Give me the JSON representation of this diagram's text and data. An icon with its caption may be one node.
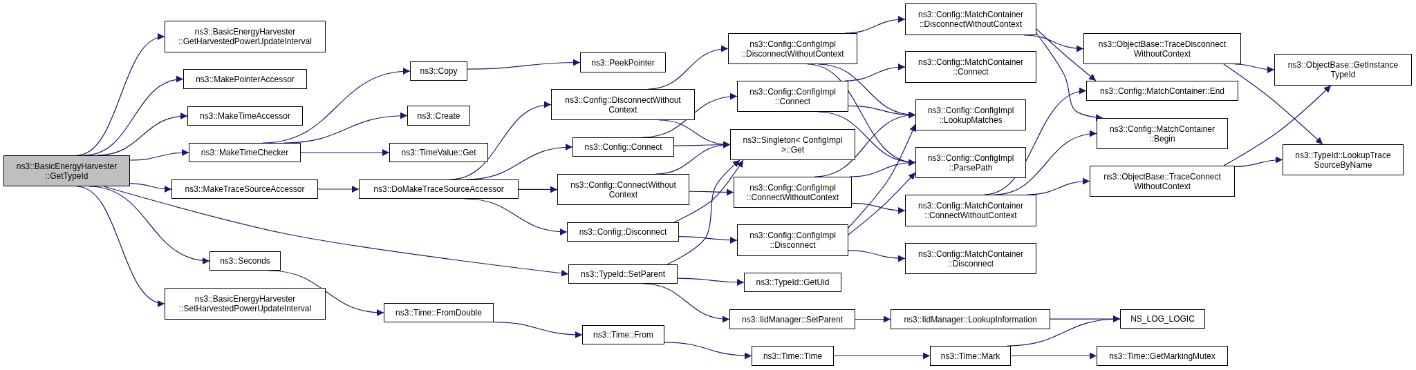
{
  "diagram": {
    "nodes": [
      {
        "text": [
          "ns3::BasicEnergyHarvester ::GetTypeId"
        ]
      },
      {
        "text": [
          "ns3::BasicEnergyHarvester ::GetHarvestedPowerUpdateInterval"
        ]
      },
      {
        "text": [
          "ns3::MakePointerAccessor"
        ]
      },
      {
        "text": [
          "ns3::MakeTimeAccessor"
        ]
      },
      {
        "text": [
          "ns3::MakeTimeChecker"
        ]
      },
      {
        "text": [
          "ns3::MakeTraceSourceAccessor"
        ]
      },
      {
        "text": [
          "ns3::Seconds"
        ]
      },
      {
        "text": [
          "ns3::BasicEnergyHarvester ::SetHarvestedPowerUpdateInterval"
        ]
      },
      {
        "text": [
          "ns3::Copy"
        ]
      },
      {
        "text": [
          "ns3::Create"
        ]
      },
      {
        "text": [
          "ns3::TimeValue::Get"
        ]
      },
      {
        "text": [
          "ns3::DoMakeTraceSourceAccessor"
        ]
      },
      {
        "text": [
          "ns3::Time::FromDouble"
        ]
      },
      {
        "text": [
          "ns3::PeekPointer"
        ]
      },
      {
        "text": [
          "ns3::Config::DisconnectWithout Context"
        ]
      },
      {
        "text": [
          "ns3::Config::Connect"
        ]
      },
      {
        "text": [
          "ns3::Config::ConnectWithout Context"
        ]
      },
      {
        "text": [
          "ns3::Config::Disconnect"
        ]
      },
      {
        "text": [
          "ns3::TypeId::SetParent"
        ]
      },
      {
        "text": [
          "ns3::Time::From"
        ]
      },
      {
        "text": [
          "ns3::Config::ConfigImpl ::DisconnectWithoutContext"
        ]
      },
      {
        "text": [
          "ns3::Config::ConfigImpl ::Connect"
        ]
      },
      {
        "text": [
          "ns3::Singleton< ConfigImpl >::Get"
        ]
      },
      {
        "text": [
          "ns3::Config::ConfigImpl ::ConnectWithoutContext"
        ]
      },
      {
        "text": [
          "ns3::Config::ConfigImpl ::Disconnect"
        ]
      },
      {
        "text": [
          "ns3::TypeId::GetUid"
        ]
      },
      {
        "text": [
          "ns3::IidManager::SetParent"
        ]
      },
      {
        "text": [
          "ns3::Time::Time"
        ]
      },
      {
        "text": [
          "ns3::Config::MatchContainer ::DisconnectWithoutContext"
        ]
      },
      {
        "text": [
          "ns3::Config::MatchContainer ::Connect"
        ]
      },
      {
        "text": [
          "ns3::Config::ConfigImpl ::LookupMatches"
        ]
      },
      {
        "text": [
          "ns3::Config::ConfigImpl ::ParsePath"
        ]
      },
      {
        "text": [
          "ns3::Config::MatchContainer ::ConnectWithoutContext"
        ]
      },
      {
        "text": [
          "ns3::Config::MatchContainer ::Disconnect"
        ]
      },
      {
        "text": [
          "ns3::IidManager::LookupInformation"
        ]
      },
      {
        "text": [
          "ns3::Time::Mark"
        ]
      },
      {
        "text": [
          "ns3::ObjectBase::TraceDisconnect WithoutContext"
        ]
      },
      {
        "text": [
          "ns3::Config::MatchContainer::End"
        ]
      },
      {
        "text": [
          "ns3::Config::MatchContainer ::Begin"
        ]
      },
      {
        "text": [
          "ns3::ObjectBase::TraceConnect WithoutContext"
        ]
      },
      {
        "text": [
          "NS_LOG_LOGIC"
        ]
      },
      {
        "text": [
          "ns3::Time::GetMarkingMutex"
        ]
      },
      {
        "text": [
          "ns3::ObjectBase::GetInstance TypeId"
        ]
      },
      {
        "text": [
          "ns3::TypeId::LookupTrace SourceByName"
        ]
      }
    ],
    "edges": [
      {
        "from": 0,
        "to": 1,
        "arrow": "to"
      },
      {
        "from": 0,
        "to": 2,
        "arrow": "to"
      },
      {
        "from": 0,
        "to": 3,
        "arrow": "to"
      },
      {
        "from": 0,
        "to": 4,
        "arrow": "to"
      },
      {
        "from": 0,
        "to": 5,
        "arrow": "to"
      },
      {
        "from": 0,
        "to": 6,
        "arrow": "to"
      },
      {
        "from": 0,
        "to": 7,
        "arrow": "to"
      },
      {
        "from": 0,
        "to": 18,
        "arrow": "to"
      },
      {
        "from": 4,
        "to": 8,
        "arrow": "to"
      },
      {
        "from": 4,
        "to": 9,
        "arrow": "to"
      },
      {
        "from": 4,
        "to": 10,
        "arrow": "to"
      },
      {
        "from": 8,
        "to": 13,
        "arrow": "to"
      },
      {
        "from": 5,
        "to": 11,
        "arrow": "to"
      },
      {
        "from": 11,
        "to": 14,
        "arrow": "to"
      },
      {
        "from": 11,
        "to": 15,
        "arrow": "to"
      },
      {
        "from": 11,
        "to": 16,
        "arrow": "to"
      },
      {
        "from": 11,
        "to": 17,
        "arrow": "to"
      },
      {
        "from": 6,
        "to": 12,
        "arrow": "to"
      },
      {
        "from": 12,
        "to": 19,
        "arrow": "to"
      },
      {
        "from": 19,
        "to": 27,
        "arrow": "to"
      },
      {
        "from": 27,
        "to": 35,
        "arrow": "to"
      },
      {
        "from": 35,
        "to": 40,
        "arrow": "to"
      },
      {
        "from": 35,
        "to": 41,
        "arrow": "to"
      },
      {
        "from": 18,
        "to": 22,
        "arrow": "to"
      },
      {
        "from": 18,
        "to": 25,
        "arrow": "to"
      },
      {
        "from": 18,
        "to": 26,
        "arrow": "to"
      },
      {
        "from": 26,
        "to": 34,
        "arrow": "to"
      },
      {
        "from": 34,
        "to": 40,
        "arrow": "to"
      },
      {
        "from": 14,
        "to": 20,
        "arrow": "to"
      },
      {
        "from": 14,
        "to": 22,
        "arrow": "to"
      },
      {
        "from": 15,
        "to": 21,
        "arrow": "to"
      },
      {
        "from": 15,
        "to": 22,
        "arrow": "to"
      },
      {
        "from": 16,
        "to": 22,
        "arrow": "to"
      },
      {
        "from": 16,
        "to": 23,
        "arrow": "to"
      },
      {
        "from": 17,
        "to": 22,
        "arrow": "to"
      },
      {
        "from": 17,
        "to": 24,
        "arrow": "to"
      },
      {
        "from": 20,
        "to": 28,
        "arrow": "to"
      },
      {
        "from": 20,
        "to": 30,
        "arrow": "to"
      },
      {
        "from": 20,
        "to": 31,
        "arrow": "to"
      },
      {
        "from": 21,
        "to": 29,
        "arrow": "to"
      },
      {
        "from": 21,
        "to": 30,
        "arrow": "to"
      },
      {
        "from": 21,
        "to": 31,
        "arrow": "to"
      },
      {
        "from": 23,
        "to": 30,
        "arrow": "to"
      },
      {
        "from": 23,
        "to": 31,
        "arrow": "to"
      },
      {
        "from": 23,
        "to": 32,
        "arrow": "to"
      },
      {
        "from": 24,
        "to": 30,
        "arrow": "to"
      },
      {
        "from": 24,
        "to": 31,
        "arrow": "to"
      },
      {
        "from": 24,
        "to": 33,
        "arrow": "to"
      },
      {
        "from": 28,
        "to": 36,
        "arrow": "to"
      },
      {
        "from": 28,
        "to": 37,
        "arrow": "to"
      },
      {
        "from": 28,
        "to": 38,
        "arrow": "to"
      },
      {
        "from": 32,
        "to": 37,
        "arrow": "to"
      },
      {
        "from": 32,
        "to": 38,
        "arrow": "to"
      },
      {
        "from": 32,
        "to": 39,
        "arrow": "to"
      },
      {
        "from": 36,
        "to": 42,
        "arrow": "to"
      },
      {
        "from": 36,
        "to": 43,
        "arrow": "to"
      },
      {
        "from": 39,
        "to": 42,
        "arrow": "to"
      },
      {
        "from": 39,
        "to": 43,
        "arrow": "to"
      }
    ]
  }
}
